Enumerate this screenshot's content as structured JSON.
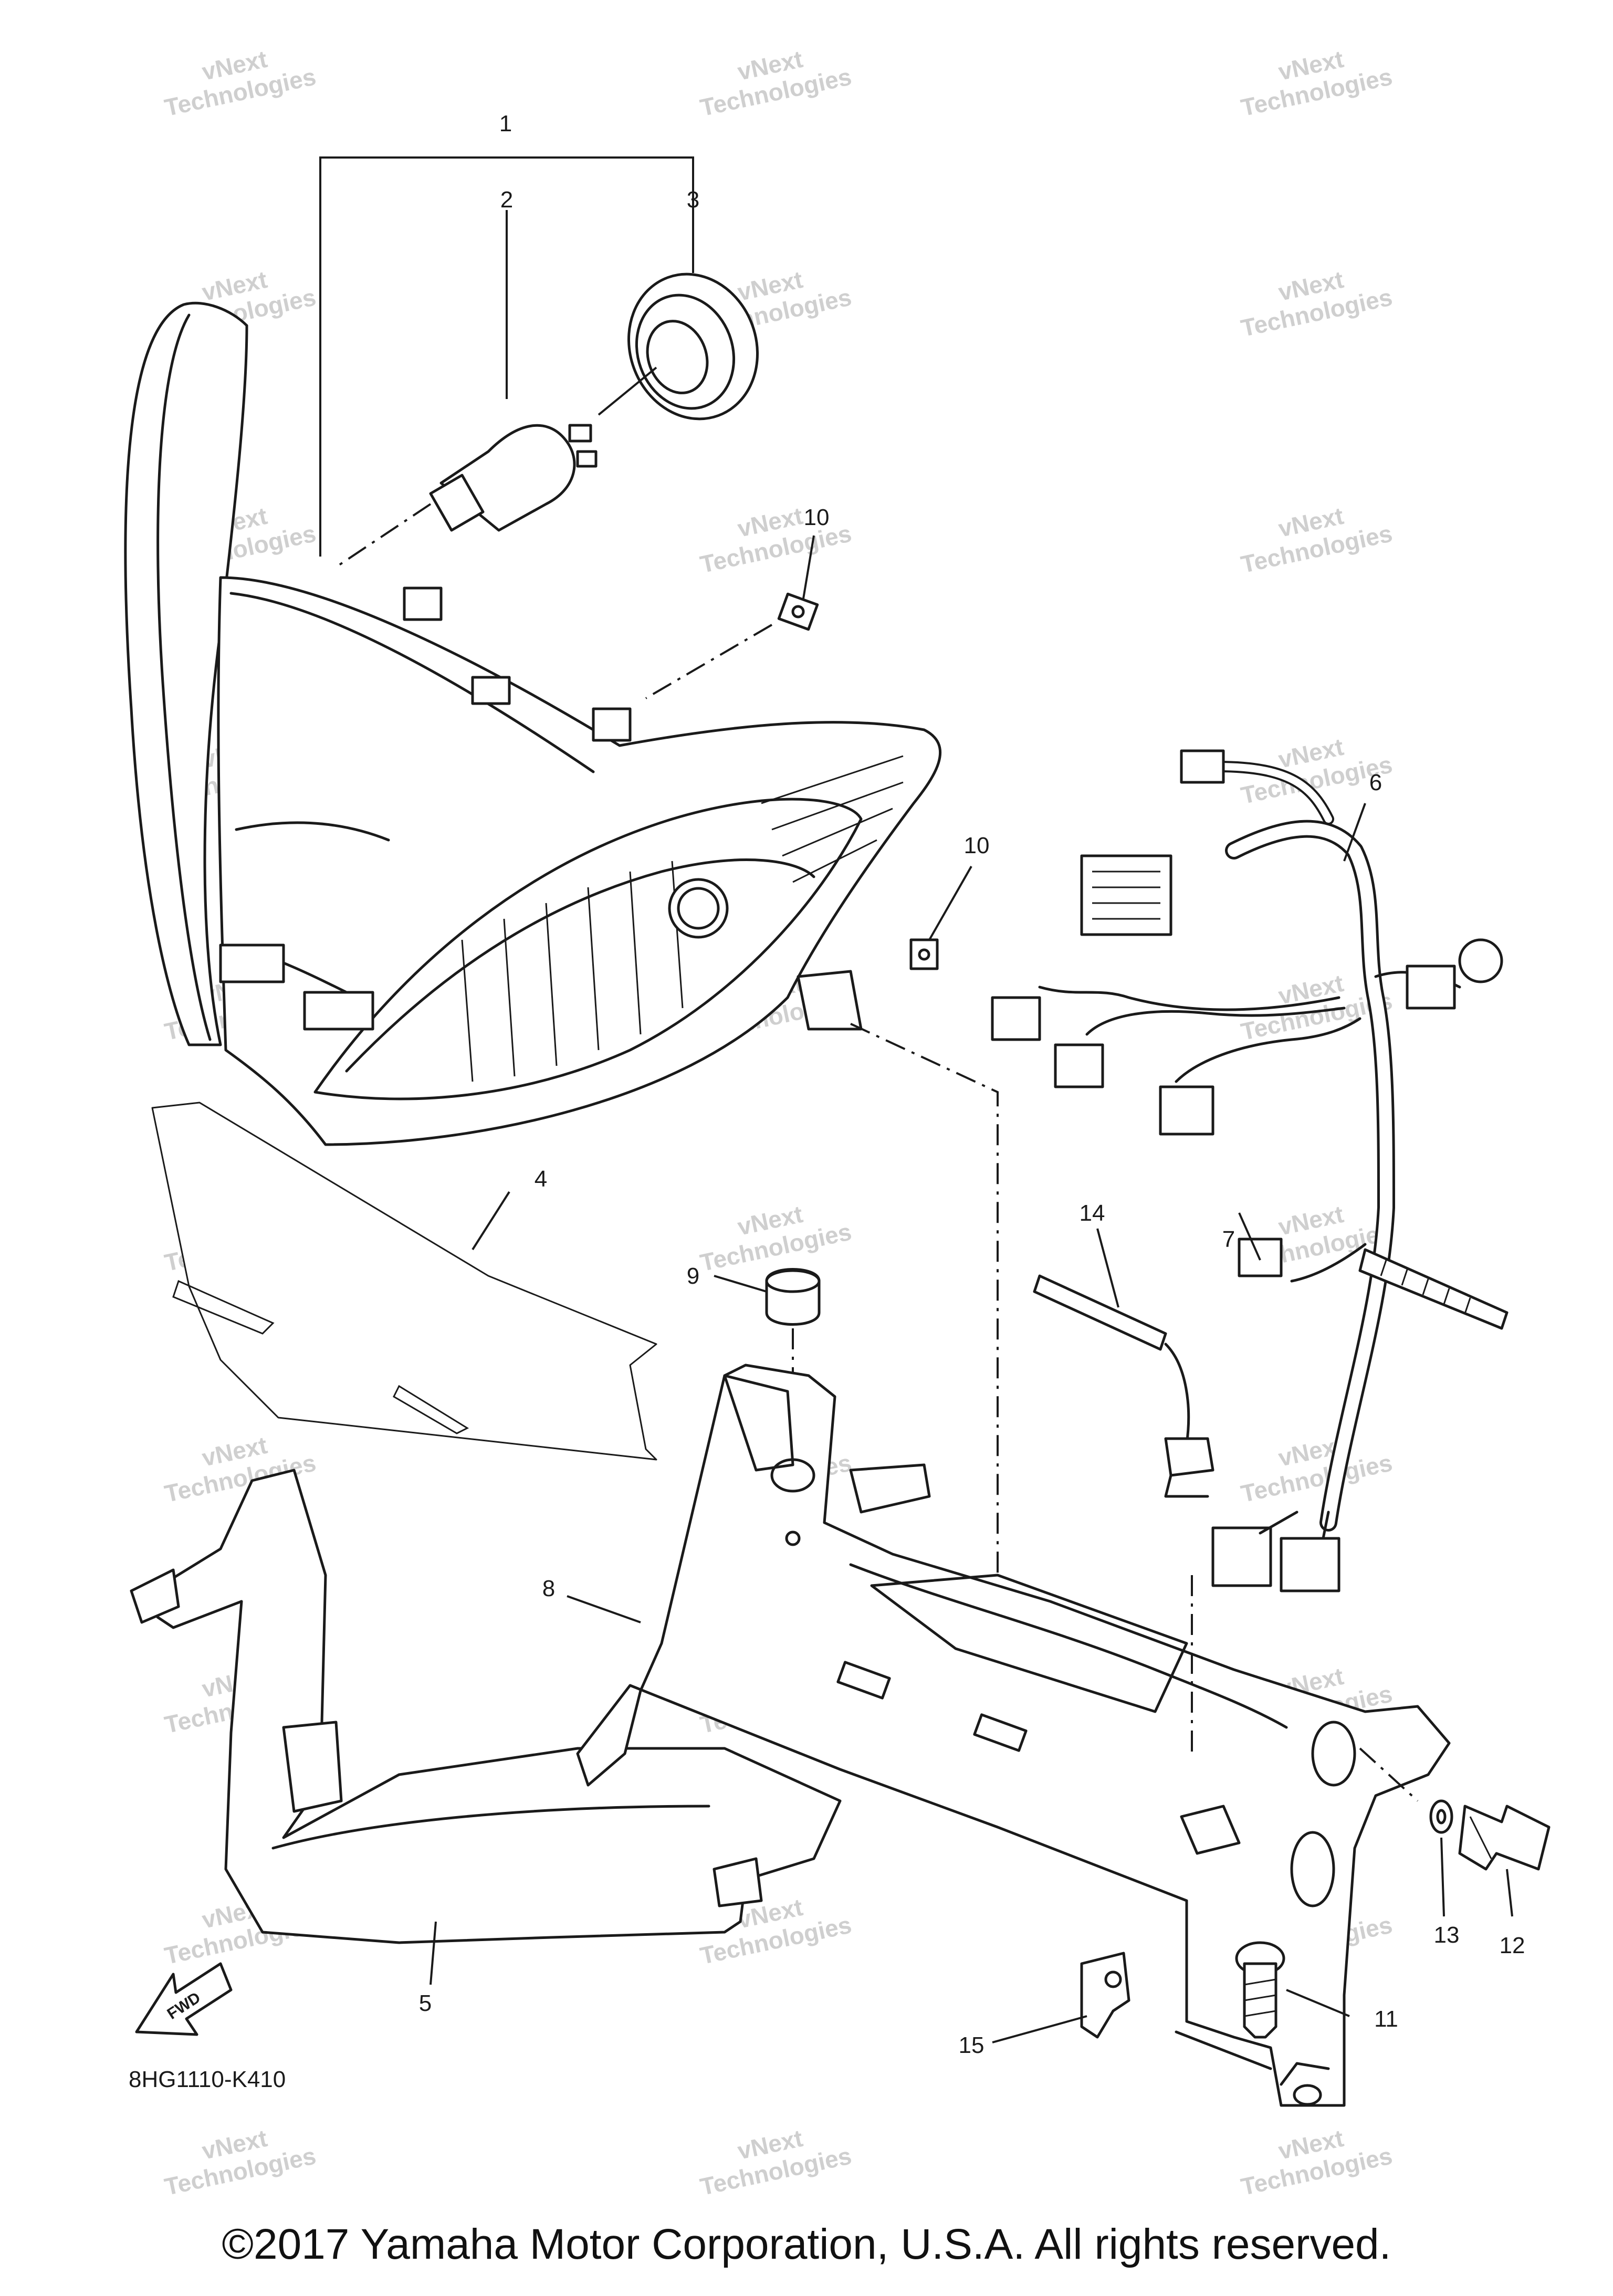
{
  "watermark": {
    "line1": "vNext",
    "line2": "Technologies"
  },
  "callouts": [
    {
      "id": "1",
      "label": "1"
    },
    {
      "id": "2",
      "label": "2"
    },
    {
      "id": "3",
      "label": "3"
    },
    {
      "id": "4",
      "label": "4"
    },
    {
      "id": "5",
      "label": "5"
    },
    {
      "id": "6",
      "label": "6"
    },
    {
      "id": "7",
      "label": "7"
    },
    {
      "id": "8",
      "label": "8"
    },
    {
      "id": "9",
      "label": "9"
    },
    {
      "id": "10a",
      "label": "10"
    },
    {
      "id": "10b",
      "label": "10"
    },
    {
      "id": "11",
      "label": "11"
    },
    {
      "id": "12",
      "label": "12"
    },
    {
      "id": "13",
      "label": "13"
    },
    {
      "id": "14",
      "label": "14"
    },
    {
      "id": "15",
      "label": "15"
    }
  ],
  "fwd_label": "FWD",
  "part_code": "8HG1110-K410",
  "copyright": "©2017 Yamaha Motor Corporation, U.S.A. All rights reserved."
}
